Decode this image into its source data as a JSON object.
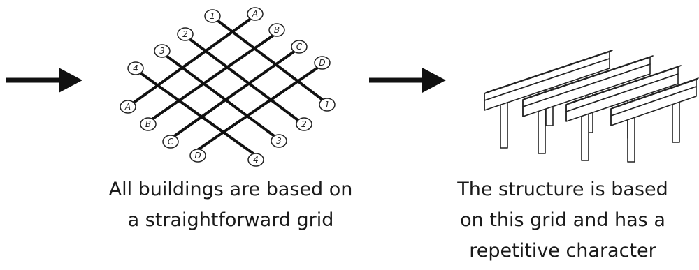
{
  "grid_labels": {
    "numbers": [
      "1",
      "2",
      "3",
      "4"
    ],
    "letters": [
      "A",
      "B",
      "C",
      "D"
    ]
  },
  "captions": {
    "grid": [
      "All buildings are based on",
      "a straightforward grid"
    ],
    "structure": [
      "The structure is based",
      "on this grid and has a",
      "repetitive character"
    ]
  }
}
